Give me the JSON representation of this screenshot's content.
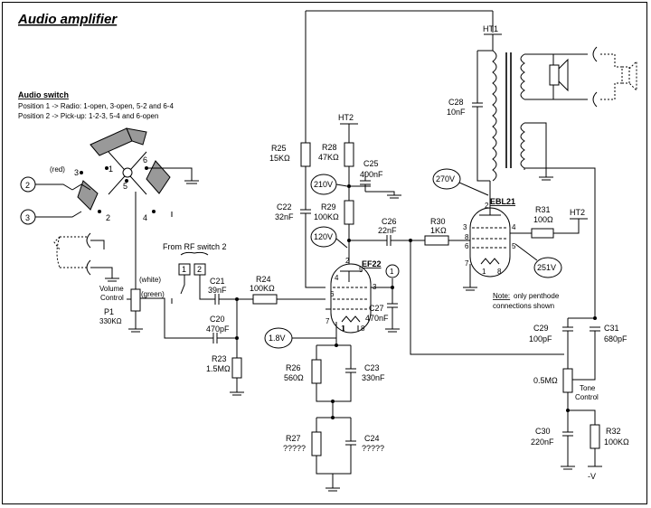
{
  "title": "Audio amplifier",
  "audio_switch": {
    "heading": "Audio switch",
    "line1": "Position 1 -> Radio: 1-open, 3-open, 5-2 and 6-4",
    "line2": "Position 2 -> Pick-up: 1-2-3, 5-4 and 6-open",
    "terminals": [
      "1",
      "2",
      "3",
      "4",
      "5",
      "6"
    ],
    "red": "(red)"
  },
  "connectors": {
    "c2": "2",
    "c3": "3",
    "c1": "1"
  },
  "rf_switch": {
    "label": "From RF switch 2",
    "pin1": "1",
    "pin2": "2"
  },
  "volume": {
    "label1": "Volume",
    "label2": "Control",
    "white": "(white)",
    "green": "(green)",
    "name": "P1",
    "value": "330KΩ"
  },
  "rails": {
    "ht1": "HT1",
    "ht2a": "HT2",
    "ht2b": "HT2",
    "neg": "-V"
  },
  "tubes": {
    "ef22": {
      "name": "EF22",
      "pins": [
        "2",
        "4",
        "3",
        "6",
        "7",
        "1",
        "8",
        "5"
      ]
    },
    "ebl21": {
      "name": "EBL21",
      "pins": [
        "2",
        "3",
        "4",
        "8",
        "6",
        "5",
        "7",
        "1",
        "8"
      ]
    }
  },
  "voltages": {
    "v210": "210V",
    "v120": "120V",
    "v18": "1.8V",
    "v270": "270V",
    "v251": "251V"
  },
  "components": {
    "R25": {
      "name": "R25",
      "value": "15KΩ"
    },
    "R28": {
      "name": "R28",
      "value": "47KΩ"
    },
    "C25": {
      "name": "C25",
      "value": "400nF"
    },
    "R29": {
      "name": "R29",
      "value": "100KΩ"
    },
    "C22": {
      "name": "C22",
      "value": "32nF"
    },
    "C26": {
      "name": "C26",
      "value": "22nF"
    },
    "R30": {
      "name": "R30",
      "value": "1KΩ"
    },
    "R31": {
      "name": "R31",
      "value": "100Ω"
    },
    "C28": {
      "name": "C28",
      "value": "10nF"
    },
    "C21": {
      "name": "C21",
      "value": "39nF"
    },
    "R24": {
      "name": "R24",
      "value": "100KΩ"
    },
    "C20": {
      "name": "C20",
      "value": "470pF"
    },
    "R23": {
      "name": "R23",
      "value": "1.5MΩ"
    },
    "C27": {
      "name": "C27",
      "value": "470nF"
    },
    "R26": {
      "name": "R26",
      "value": "560Ω"
    },
    "C23": {
      "name": "C23",
      "value": "330nF"
    },
    "R27": {
      "name": "R27",
      "value": "?????"
    },
    "C24": {
      "name": "C24",
      "value": "?????"
    },
    "C29": {
      "name": "C29",
      "value": "100pF"
    },
    "C31": {
      "name": "C31",
      "value": "680pF"
    },
    "tone": {
      "value": "0.5MΩ",
      "label1": "Tone",
      "label2": "Control"
    },
    "C30": {
      "name": "C30",
      "value": "220nF"
    },
    "R32": {
      "name": "R32",
      "value": "100KΩ"
    }
  },
  "note": {
    "head": "Note:",
    "text1": "only penthode",
    "text2": "connections shown"
  }
}
